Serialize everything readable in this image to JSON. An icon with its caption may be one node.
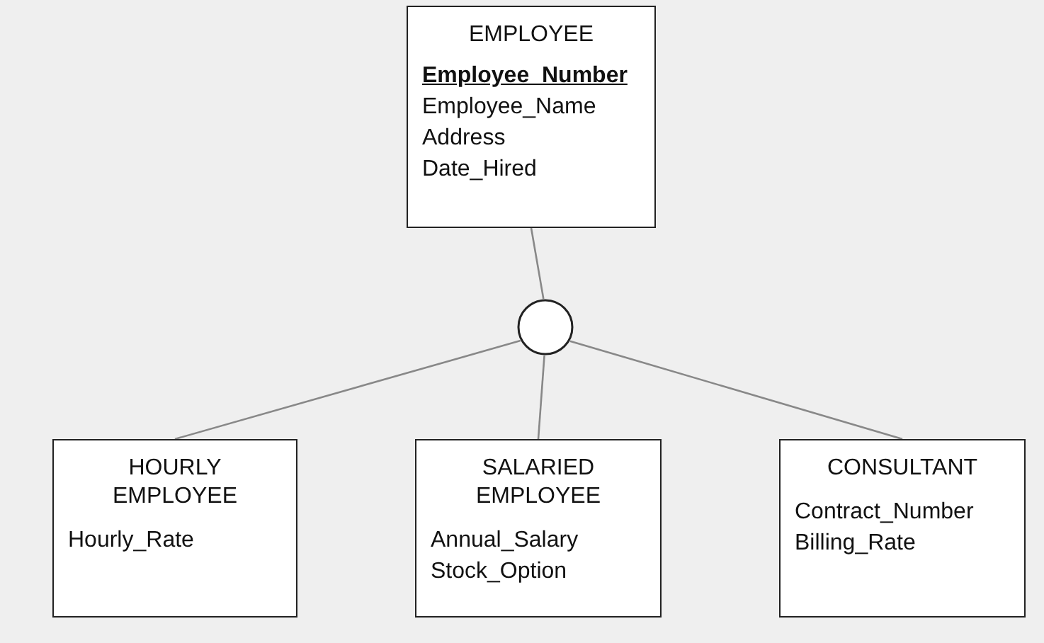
{
  "diagram": {
    "nodes": [
      {
        "text": [
          "EMPLOYEE",
          "Employee_Number",
          "Employee_Name",
          "Address",
          "Date_Hired"
        ]
      },
      {
        "text": [],
        "shape": "circle"
      },
      {
        "text": [
          "HOURLY EMPLOYEE",
          "Hourly_Rate"
        ]
      },
      {
        "text": [
          "SALARIED EMPLOYEE",
          "Annual_Salary",
          "Stock_Option"
        ]
      },
      {
        "text": [
          "CONSULTANT",
          "Contract_Number",
          "Billing_Rate"
        ]
      }
    ],
    "edges": [
      {
        "from": 0,
        "to": 1,
        "arrow": "none"
      },
      {
        "from": 1,
        "to": 2,
        "arrow": "none"
      },
      {
        "from": 1,
        "to": 3,
        "arrow": "none"
      },
      {
        "from": 1,
        "to": 4,
        "arrow": "none"
      }
    ]
  }
}
